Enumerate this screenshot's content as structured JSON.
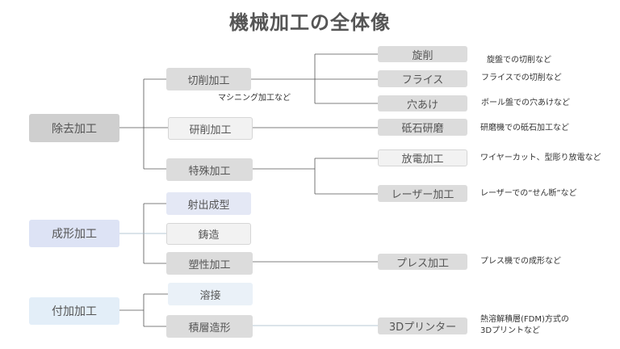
{
  "title": "機械加工の全体像",
  "roots": {
    "removal": "除去加工",
    "forming": "成形加工",
    "joining": "付加加工"
  },
  "mid": {
    "cutting": "切削加工",
    "grinding": "研削加工",
    "special": "特殊加工",
    "injection": "射出成型",
    "casting": "鋳造",
    "plastic": "塑性加工",
    "welding": "溶接",
    "additive": "積層造形"
  },
  "leaves": {
    "lathe": "旋削",
    "milling": "フライス",
    "drilling": "穴あけ",
    "whetstone": "砥石研磨",
    "edm": "放電加工",
    "laser": "レーザー加工",
    "press": "プレス加工",
    "printer": "3Dプリンター"
  },
  "notes": {
    "machining": "マシニング加工など",
    "lathe": "旋盤での切削など",
    "milling": "フライスでの切削など",
    "drilling": "ボール盤での穴あけなど",
    "whetstone": "研磨機での砥石加工など",
    "edm": "ワイヤーカット、型彫り放電など",
    "laser": "レーザーでの“せん断”など",
    "press": "プレス機での成形など",
    "printer_1": "熱溶解積層(FDM)方式の",
    "printer_2": "3Dプリントなど"
  },
  "colors": {
    "removal_fill": "#cfcfcf",
    "forming_fill": "#dde3f5",
    "joining_fill": "#e3eef8",
    "gray_fill": "#dcdcdc",
    "light_fill": "#f2f2f2",
    "blue_fill": "#e4e8f5",
    "lightblue_fill": "#eaf1f8",
    "line": "#555555"
  }
}
